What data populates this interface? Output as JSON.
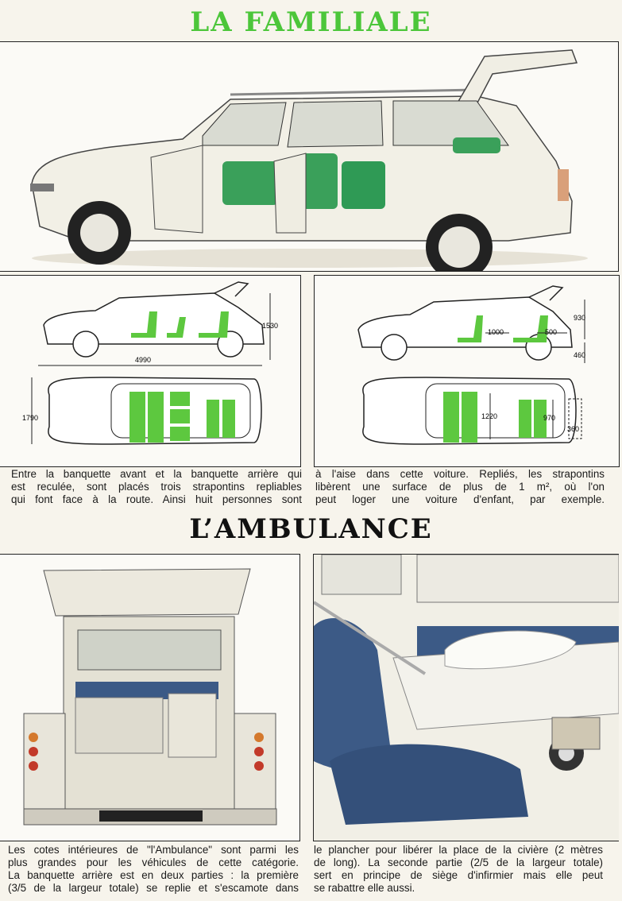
{
  "titles": {
    "familiale": "LA FAMILIALE",
    "ambulance": "L’AMBULANCE"
  },
  "diagram_left": {
    "height": "1530",
    "length": "4990",
    "width": "1790"
  },
  "diagram_right": {
    "seat_gap": "1000",
    "rear_depth": "500",
    "cargo_height": "930",
    "sill_height": "460",
    "floor_width": "1220",
    "opening_width": "970",
    "tailgate_depth": "360"
  },
  "texts": {
    "familiale_left": [
      "Entre la banquette avant et la banquette arrière qui",
      "est reculée, sont placés trois strapontins repliables",
      "qui font face à la route. Ainsi huit personnes sont"
    ],
    "familiale_right": [
      "à l'aise dans cette voiture. Repliés, les strapontins",
      "libèrent une surface de plus de 1 m², où l'on",
      "peut loger une voiture d'enfant, par exemple."
    ],
    "ambulance_left": [
      "Les cotes intérieures de \"l'Ambulance\" sont parmi les",
      "plus grandes pour les véhicules de cette catégorie.",
      "La banquette arrière est en deux parties : la première",
      "(3/5 de la largeur totale) se replie et s'escamote dans"
    ],
    "ambulance_right": [
      "le plancher pour libérer la place de la civière (2 mètres",
      "de long). La seconde partie (2/5 de la largeur totale)",
      "sert en principe de siège d'infirmier mais elle peut",
      "se rabattre elle aussi."
    ]
  },
  "colors": {
    "title_green": "#4cc63a",
    "seat_green": "#5dc83f",
    "upholstery_blue": "#3c5a86"
  }
}
